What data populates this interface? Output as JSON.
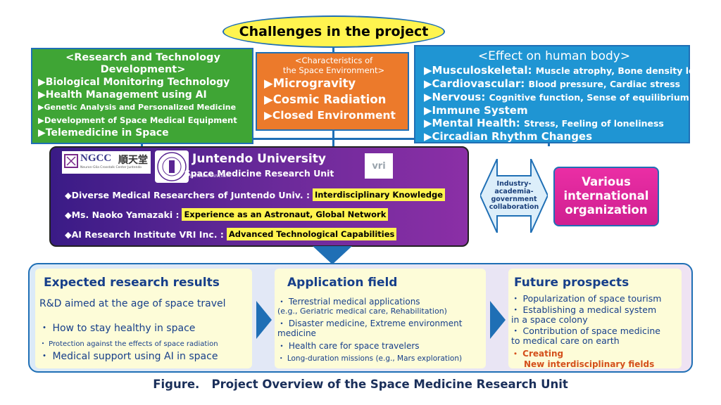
{
  "challenges": "Challenges in the project",
  "research": {
    "header_line1": "<Research and Technology",
    "header_line2": "Development>",
    "items": [
      "▶Biological Monitoring Technology",
      "▶Health Management using AI",
      "▶Genetic Analysis and Personalized Medicine",
      "▶Development of Space Medical Equipment",
      "▶Telemedicine in Space"
    ]
  },
  "environment": {
    "header_line1": "<Characteristics of",
    "header_line2": "the Space Environment>",
    "items": [
      "▶Microgravity",
      "▶Cosmic Radiation",
      "▶Closed Environment"
    ]
  },
  "effect": {
    "header": "<Effect on human body>",
    "items": [
      {
        "label": "▶Musculoskeletal:",
        "detail": "Muscle atrophy, Bone density loss"
      },
      {
        "label": "▶Cardiovascular:",
        "detail": "Blood pressure, Cardiac stress"
      },
      {
        "label": "▶Nervous:",
        "detail": "Cognitive function, Sense of equilibrium"
      },
      {
        "label": "▶Immune System",
        "detail": ""
      },
      {
        "label": "▶Mental Health:",
        "detail": "Stress, Feeling of loneliness"
      },
      {
        "label": "▶Circadian Rhythm Changes",
        "detail": ""
      }
    ]
  },
  "juntendo": {
    "title": "Juntendo University",
    "subtitle": "Space Medicine Research Unit",
    "logo_ngcc": "NGCC",
    "logo_ngcc_jp": "順天堂",
    "logo_ngcc_sub": "Neuron-Glia Crosstalk Center Juntendo",
    "logo_univ": "JUNTENDO UNIVERSITY",
    "logo_vri": "vri",
    "rows": [
      {
        "text": "◆Diverse Medical Researchers of Juntendo Univ. :",
        "highlight": "Interdisciplinary Knowledge"
      },
      {
        "text": "◆Ms. Naoko Yamazaki :",
        "highlight": "Experience as an Astronaut, Global Network"
      },
      {
        "text": "◆AI Research Institute VRI Inc. :",
        "highlight": "Advanced Technological Capabilities"
      }
    ]
  },
  "collaboration": {
    "line1": "Industry-",
    "line2": "academia-",
    "line3": "government",
    "line4": "collaboration"
  },
  "international": {
    "line1": "Various",
    "line2": "international",
    "line3": "organization"
  },
  "results": {
    "title": "Expected research results",
    "lead": "R&D aimed at the age of space travel",
    "items": [
      "・ How to stay healthy in space",
      "・ Protection against the effects of space radiation",
      "・ Medical support using AI in space"
    ]
  },
  "application": {
    "title": "Application field",
    "items": [
      "・ Terrestrial medical applications",
      "(e.g., Geriatric medical care, Rehabilitation)",
      "・ Disaster medicine, Extreme environment",
      "medicine",
      "・ Health care for space travelers",
      "・ Long-duration missions (e.g., Mars exploration)"
    ]
  },
  "future": {
    "title": "Future prospects",
    "items": [
      "・ Popularization of space tourism",
      "・ Establishing a medical system",
      "in a space colony",
      "・ Contribution of space medicine",
      "to medical care on earth"
    ],
    "highlight_line1": "・ Creating",
    "highlight_line2": "New interdisciplinary fields"
  },
  "caption": "Figure.   Project Overview of the Space Medicine Research Unit",
  "colors": {
    "green": "#3fa535",
    "orange": "#ec7a2b",
    "blue": "#1f95d3",
    "purple": "#5a2592",
    "pink": "#e02ba0",
    "yellow": "#fff44f",
    "accent_red": "#d4501c"
  }
}
